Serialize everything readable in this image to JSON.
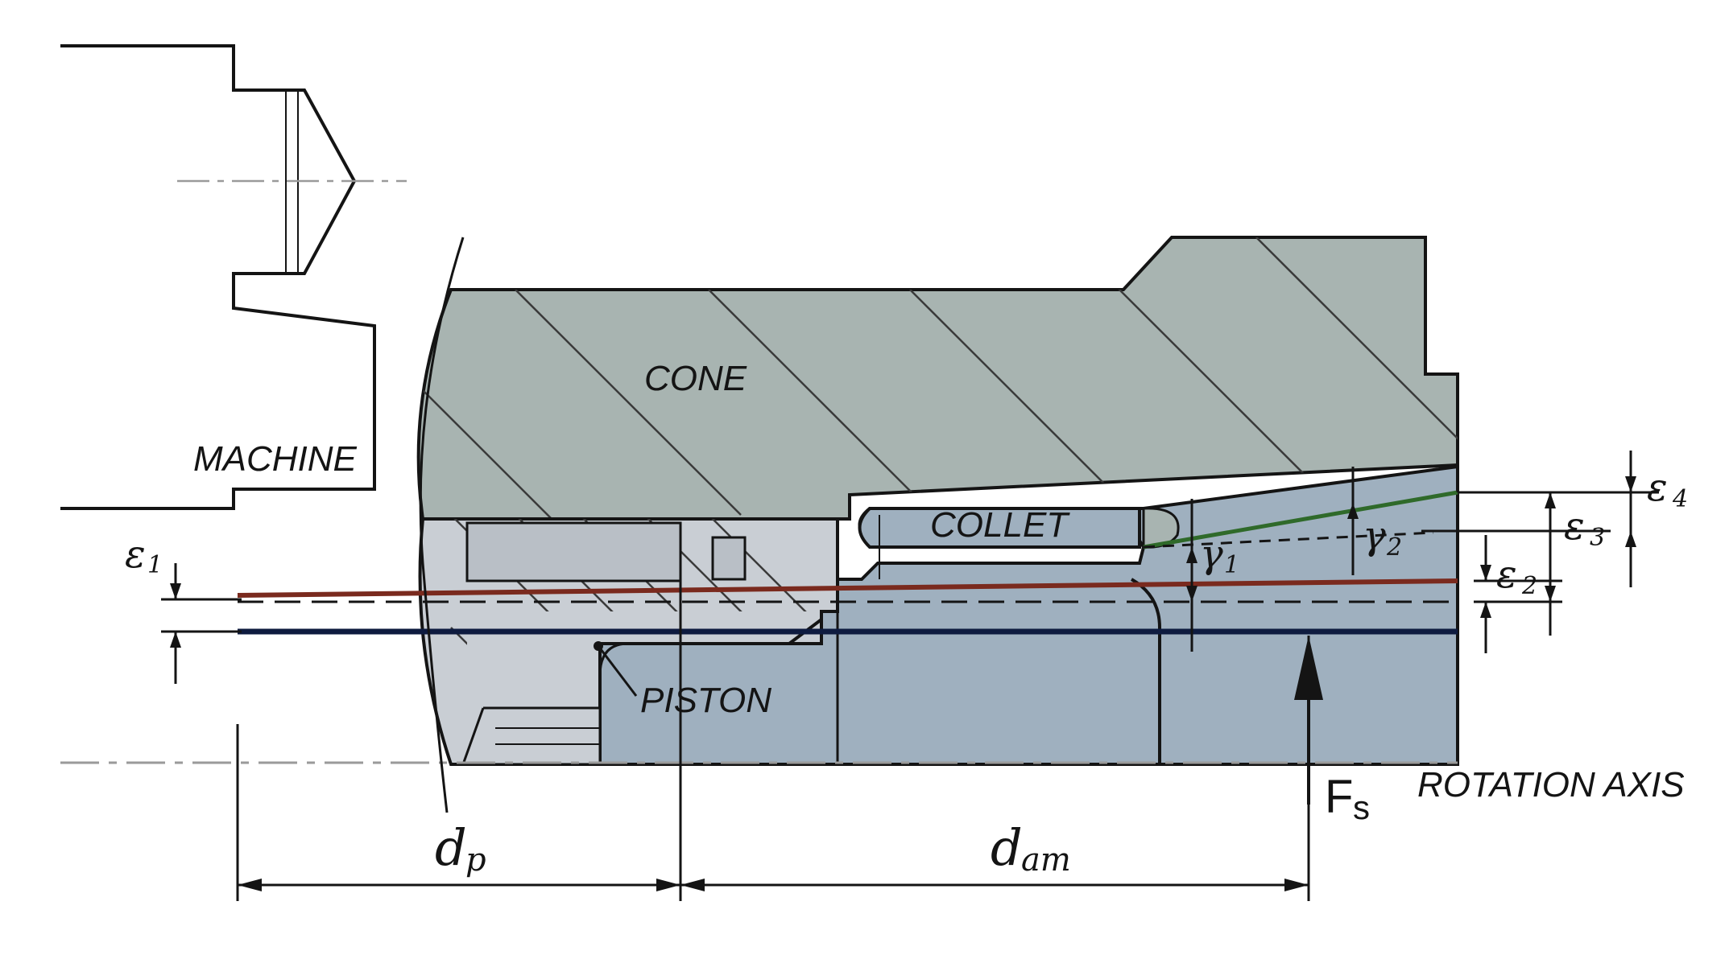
{
  "labels": {
    "machine": "MACHINE",
    "cone": "CONE",
    "collet": "COLLET",
    "piston": "PISTON",
    "rotation_axis": "ROTATION AXIS"
  },
  "symbols": {
    "epsilon1": "ε",
    "epsilon1_sub": "1",
    "epsilon2": "ε",
    "epsilon2_sub": "2",
    "epsilon3": "ε",
    "epsilon3_sub": "3",
    "epsilon4": "ε",
    "epsilon4_sub": "4",
    "gamma1": "γ",
    "gamma1_sub": "1",
    "gamma2": "γ",
    "gamma2_sub": "2",
    "force": "F",
    "force_sub": "s",
    "dp": "d",
    "dp_sub": "p",
    "dam": "d",
    "dam_sub": "am"
  },
  "colors": {
    "cone_fill": "#a8b4b1",
    "collet_fill": "#9fb0bf",
    "piston_fill": "#c9ced4",
    "outline": "#141414",
    "wire_red": "#7a2a1e",
    "wire_navy": "#0e1b3f",
    "wire_green": "#2f6a2a"
  }
}
